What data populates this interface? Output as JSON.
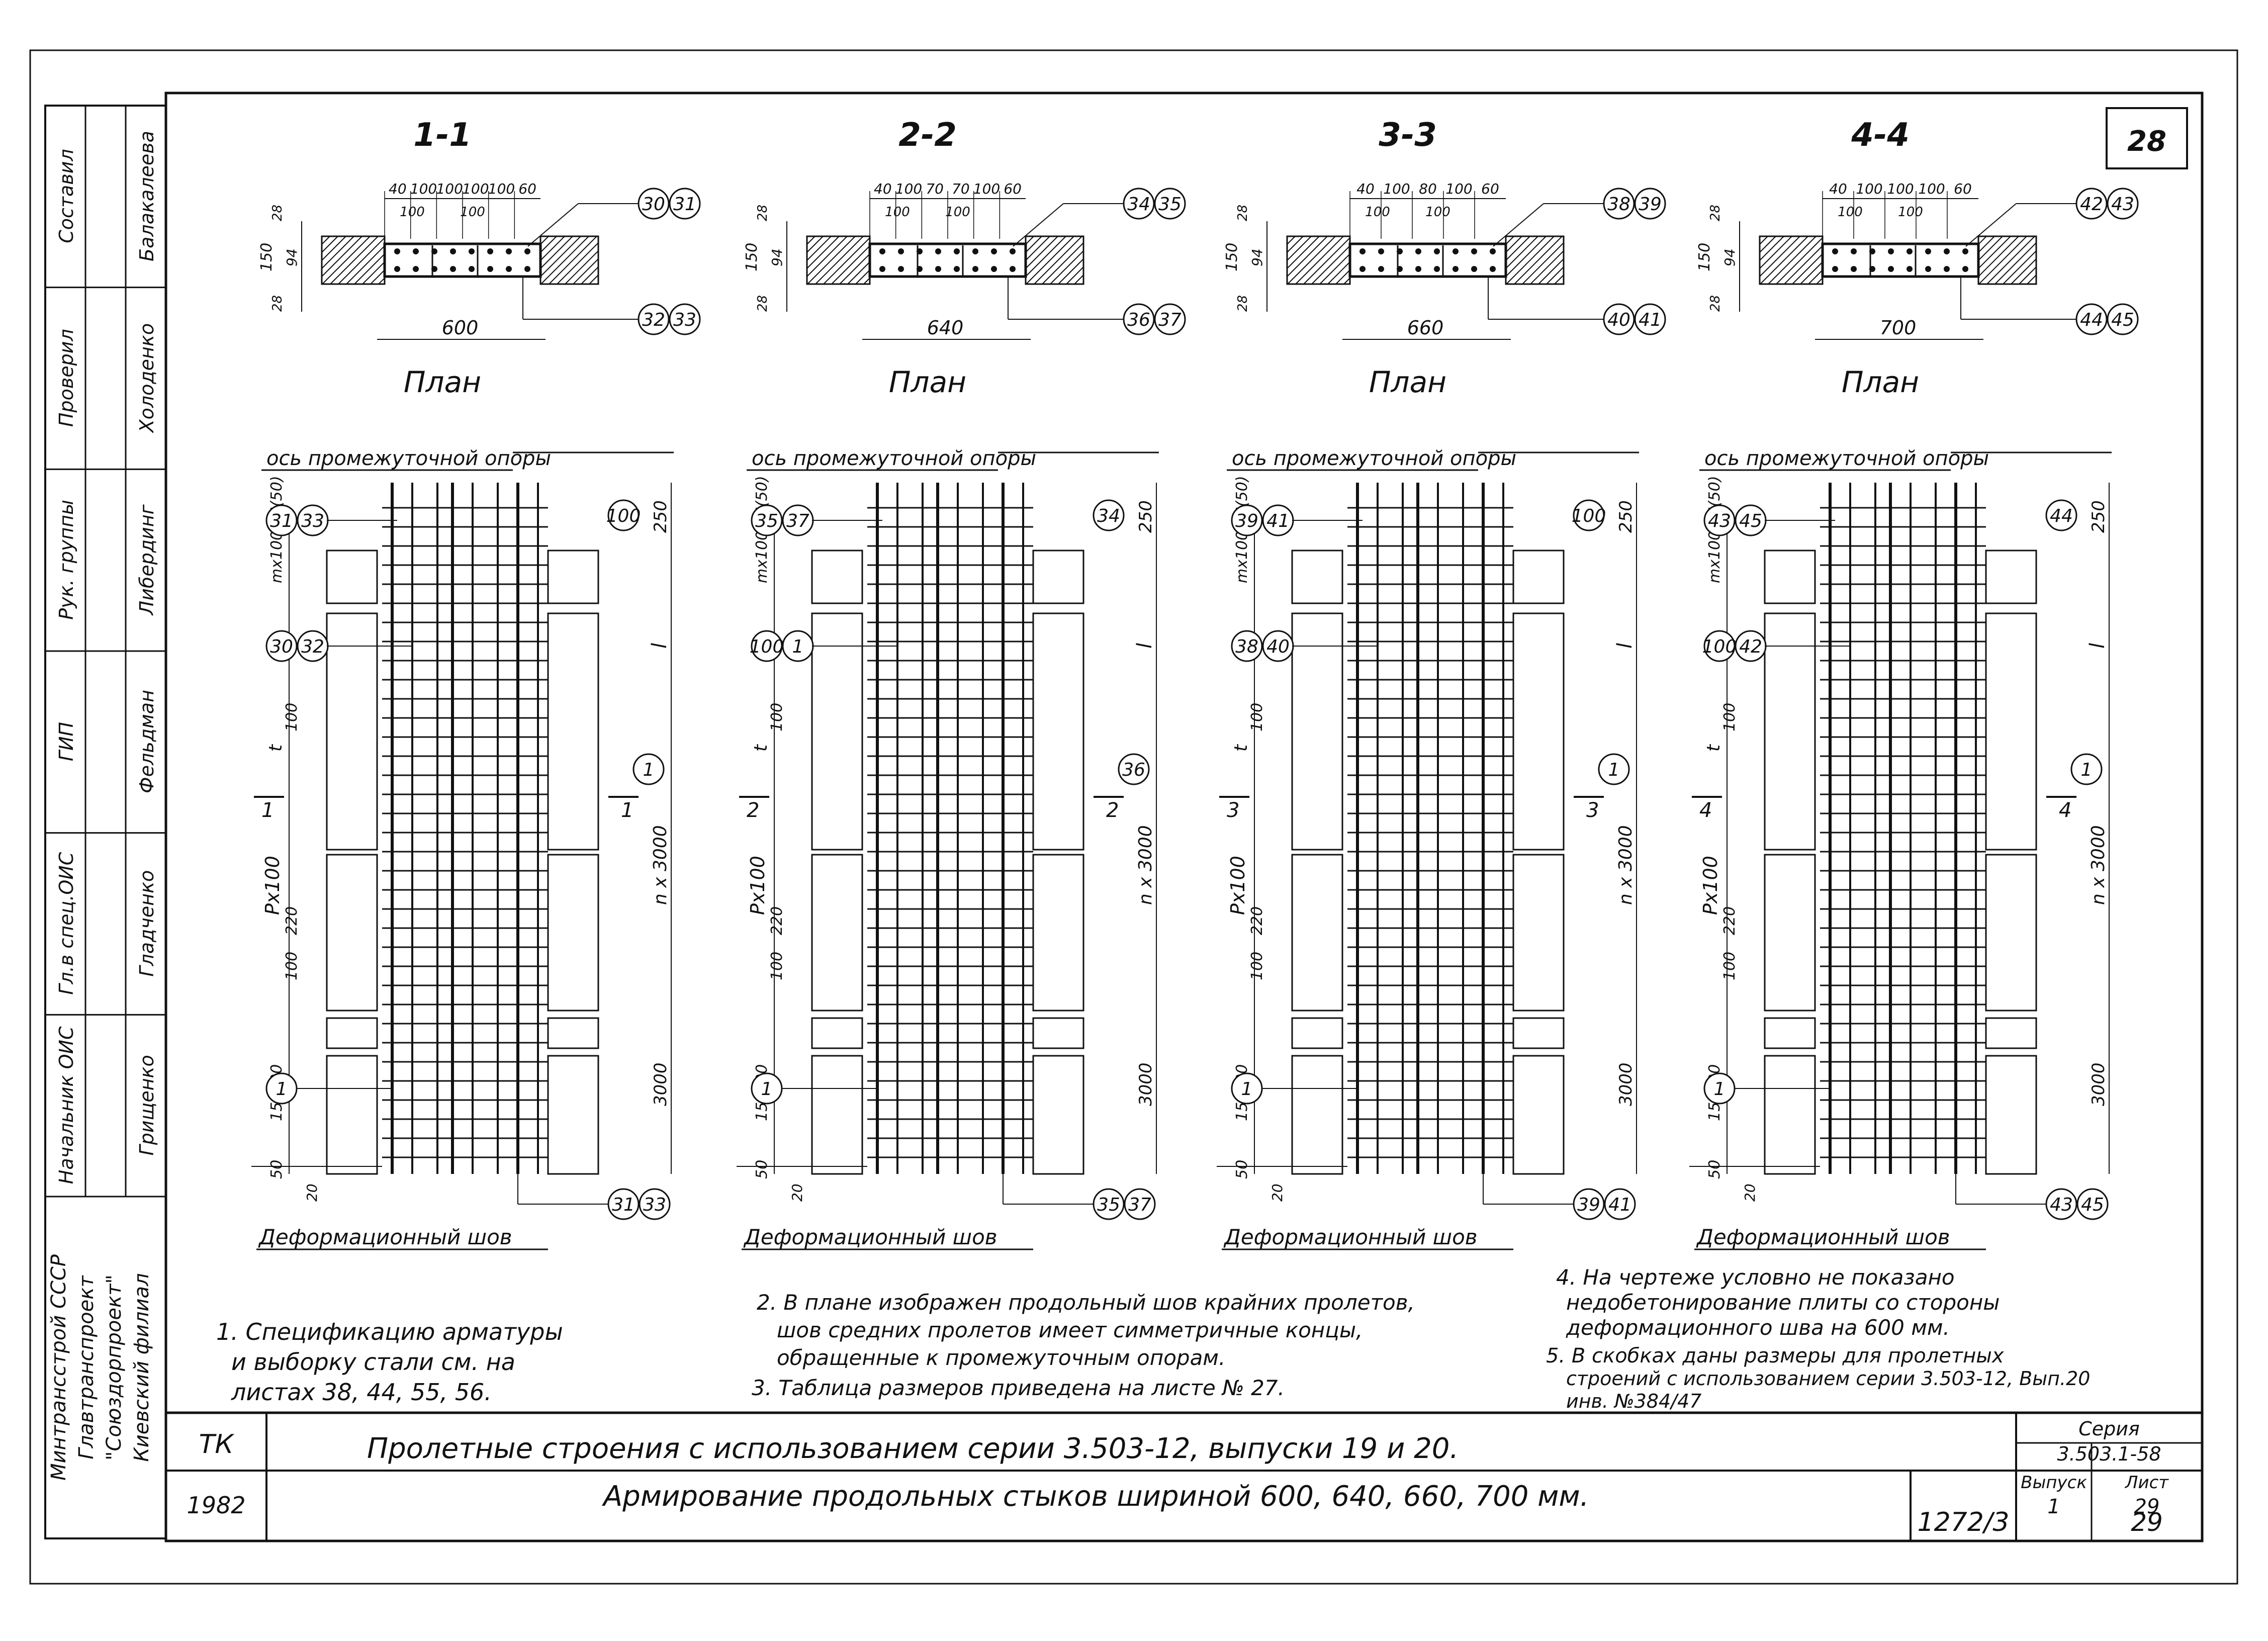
{
  "sheet_number": "28",
  "title_block": {
    "sidebar_roles": [
      "Составил",
      "Проверил",
      "Рук. группы",
      "ГИП",
      "Гл.в спец.ОИС",
      "Начальник ОИС"
    ],
    "sidebar_names": [
      "Балакалеева",
      "Холоденко",
      "Либердинг",
      "Фельдман",
      "Гладченко",
      "Грищенко"
    ],
    "org_lines": [
      "Минтрансстрой СССР",
      "Главтранспроект",
      "\"Союздорпроект\"",
      "Киевский филиал"
    ],
    "tk": "ТК",
    "year": "1982",
    "title_line1": "Пролетные строения с использованием серии 3.503-12, выпуски 19 и 20.",
    "title_line2": "Армирование продольных стыков шириной 600, 640, 660, 700 мм.",
    "series_label": "Серия",
    "series_value": "3.503.1-58",
    "issue_label": "Выпуск",
    "issue_value": "1",
    "sheet_label": "Лист",
    "sheet_value": "29",
    "archive_no": "1272/3",
    "page_no": "29"
  },
  "sections": [
    {
      "title": "1-1",
      "width_dim": "600",
      "top_dims": [
        "40",
        "100",
        "100",
        "100",
        "100",
        "60"
      ],
      "callout_top": [
        "30",
        "31"
      ],
      "callout_bottom": [
        "32",
        "33"
      ],
      "detail_callouts": [
        "31",
        "33",
        "30",
        "32",
        "100",
        "1",
        "1",
        "31",
        "33"
      ],
      "section_marks": [
        "1",
        "1"
      ]
    },
    {
      "title": "2-2",
      "width_dim": "640",
      "top_dims": [
        "40",
        "100",
        "70",
        "70",
        "100",
        "60"
      ],
      "callout_top": [
        "34",
        "35"
      ],
      "callout_bottom": [
        "36",
        "37"
      ],
      "detail_callouts": [
        "35",
        "37",
        "100",
        "1",
        "34",
        "36",
        "1",
        "35",
        "37"
      ],
      "section_marks": [
        "2",
        "2"
      ]
    },
    {
      "title": "3-3",
      "width_dim": "660",
      "top_dims": [
        "40",
        "100",
        "80",
        "100",
        "60"
      ],
      "callout_top": [
        "38",
        "39"
      ],
      "callout_bottom": [
        "40",
        "41"
      ],
      "detail_callouts": [
        "39",
        "41",
        "38",
        "40",
        "100",
        "1",
        "1",
        "39",
        "41"
      ],
      "section_marks": [
        "3",
        "3"
      ]
    },
    {
      "title": "4-4",
      "width_dim": "700",
      "top_dims": [
        "40",
        "100",
        "100",
        "100",
        "60"
      ],
      "callout_top": [
        "42",
        "43"
      ],
      "callout_bottom": [
        "44",
        "45"
      ],
      "detail_callouts": [
        "43",
        "45",
        "100",
        "42",
        "44",
        "1",
        "1",
        "43",
        "45"
      ],
      "section_marks": [
        "4",
        "4"
      ]
    }
  ],
  "labels": {
    "plan": "План",
    "axis": "ось промежуточной опоры",
    "joint": "Деформационный шов",
    "d28": "28",
    "d94": "94",
    "d150": "150",
    "d250": "250",
    "d100": "100",
    "d220": "220",
    "d3000": "3000",
    "d50": "50",
    "d20": "20",
    "l": "l",
    "t": "t",
    "mx100": "mx100 75(50)",
    "px100": "Px100",
    "nx3000": "n x 3000",
    "s15x100": "15x100"
  },
  "notes": {
    "n1": [
      "1. Спецификацию арматуры",
      "и выборку стали см. на",
      "листах 38, 44, 55, 56."
    ],
    "n2": [
      "2. В плане изображен продольный шов крайних пролетов,",
      "шов средних пролетов имеет симметричные концы,",
      "обращенные к промежуточным опорам."
    ],
    "n3": [
      "3. Таблица размеров приведена на листе № 27."
    ],
    "n4": [
      "4. На чертеже условно не показано",
      "недобетонирование плиты со стороны",
      "деформационного шва на 600 мм."
    ],
    "n5": [
      "5. В скобках даны размеры для пролетных",
      "строений с использованием серии 3.503-12, Вып.20",
      "инв. №384/47"
    ]
  }
}
